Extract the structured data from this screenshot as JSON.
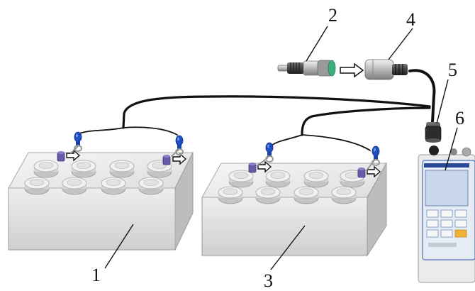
{
  "figure": {
    "callouts": [
      {
        "id": "1",
        "text": "1"
      },
      {
        "id": "2",
        "text": "2"
      },
      {
        "id": "3",
        "text": "3"
      },
      {
        "id": "4",
        "text": "4"
      },
      {
        "id": "5",
        "text": "5"
      },
      {
        "id": "6",
        "text": "6"
      }
    ]
  },
  "colors": {
    "battery_body": "#dcdcdc",
    "cable": "#111111",
    "clip_blue": "#1e4fc4",
    "terminal_purple": "#6a5aa8",
    "connector_green": "#3cb07a",
    "device_screen": "#c9d6ea"
  },
  "icons": [
    "battery-block-icon",
    "cable-clip-icon",
    "connector-plug-icon",
    "connector-socket-icon",
    "measuring-device-icon",
    "arrow-right-icon"
  ]
}
